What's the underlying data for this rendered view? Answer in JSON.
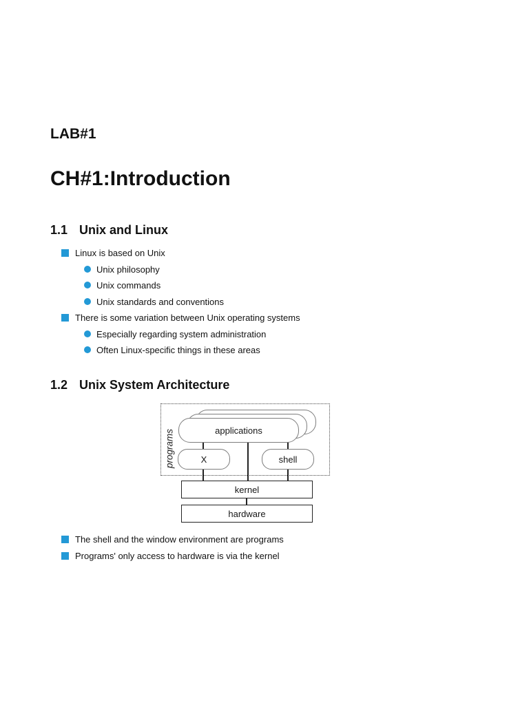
{
  "page": {
    "lab_title": "LAB#1",
    "chapter_title": "CH#1:Introduction"
  },
  "section1": {
    "number": "1.1",
    "title": "Unix and Linux",
    "bullets": [
      {
        "level": 1,
        "text": "Linux is based on Unix"
      },
      {
        "level": 2,
        "text": "Unix philosophy"
      },
      {
        "level": 2,
        "text": "Unix commands"
      },
      {
        "level": 2,
        "text": "Unix standards and conventions"
      },
      {
        "level": 1,
        "text": "There is some variation between Unix operating systems"
      },
      {
        "level": 2,
        "text": "Especially regarding system administration"
      },
      {
        "level": 2,
        "text": "Often Linux-specific things in these areas"
      }
    ]
  },
  "section2": {
    "number": "1.2",
    "title": "Unix System Architecture"
  },
  "diagram": {
    "group_label": "programs",
    "applications_label": "applications",
    "x_label": "X",
    "shell_label": "shell",
    "kernel_label": "kernel",
    "hardware_label": "hardware"
  },
  "closing_bullets": [
    {
      "text": "The shell and the window environment are programs"
    },
    {
      "text": "Programs' only access to hardware is via the kernel"
    }
  ],
  "colors": {
    "bullet_blue": "#2399d6",
    "text": "#111111",
    "box_border": "#7d7d7d",
    "dark_border": "#222222"
  }
}
